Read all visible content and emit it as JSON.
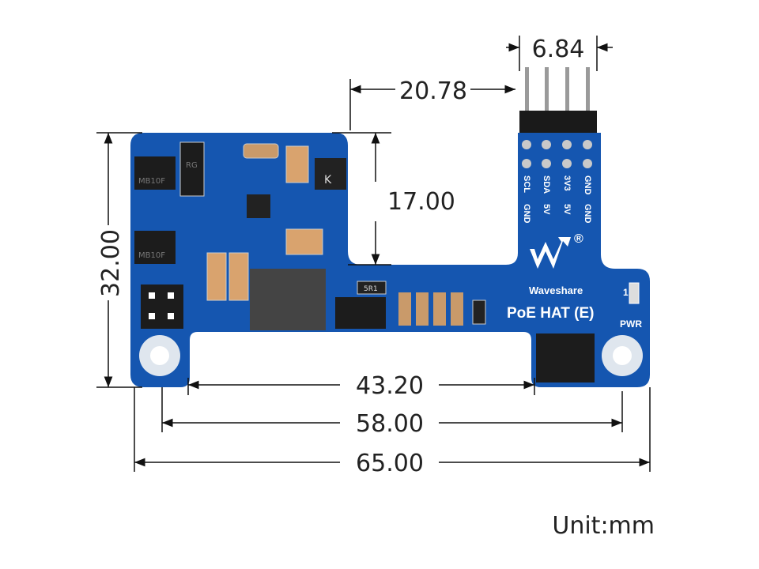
{
  "dimensions": {
    "header_pitch": "6.84",
    "arm_offset": "20.78",
    "arm_height": "17.00",
    "board_height": "32.00",
    "hole_to_header": "43.20",
    "hole_spacing": "58.00",
    "board_width": "65.00"
  },
  "unit_label": "Unit:mm",
  "board": {
    "product_name": "PoE HAT (E)",
    "brand": "Waveshare",
    "registered_mark": "®",
    "pin_labels_row1": [
      "SCL",
      "SDA",
      "3V3",
      "GND"
    ],
    "pin_labels_row2": [
      "GND",
      "5V",
      "5V",
      "GND"
    ],
    "pwr_label": "PWR",
    "led_number": "1",
    "bridge_rectifier_label": "MB10F",
    "diode_label": "RG",
    "resistor_label": "5R1",
    "inductor_label": "K"
  },
  "colors": {
    "pcb": "#1556b0",
    "pcb_dark": "#0d3f8a",
    "dimension_line": "#111111"
  }
}
